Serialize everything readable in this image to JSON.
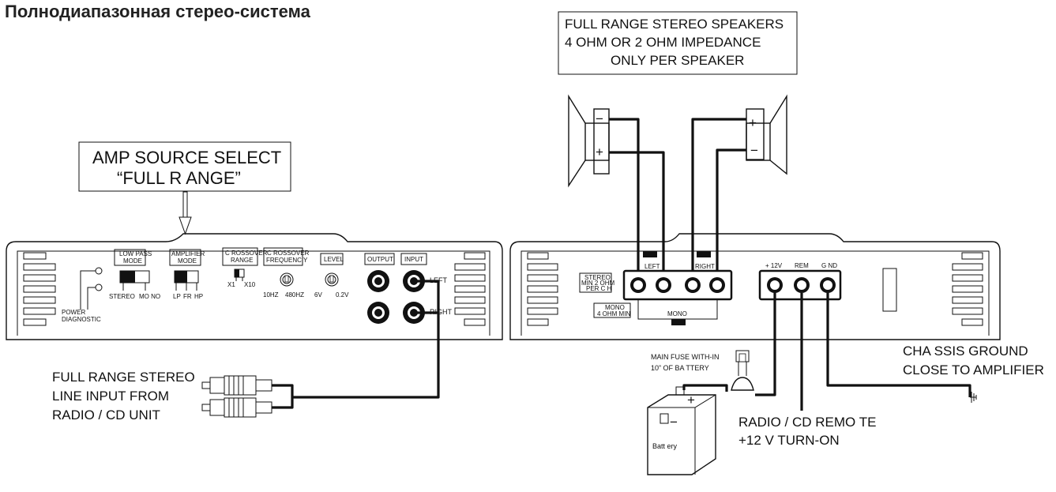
{
  "title": "Полнодиапазонная стерео-система",
  "speakers_box": {
    "line1": "FULL RANGE STEREO SPEAKERS",
    "line2": "4 OHM OR 2 OHM IMPEDANCE",
    "line3": "ONLY PER SPEAKER"
  },
  "source_box": {
    "line1": "AMP SOURCE SELECT",
    "line2": "“FULL R ANGE”"
  },
  "amp_front": {
    "power_diag_1": "POWER",
    "power_diag_2": "DIAGNOSTIC",
    "low_pass_1": "LOW PASS",
    "low_pass_2": "MODE",
    "low_pass_stereo": "STEREO",
    "low_pass_mono": "MO NO",
    "amp_mode_1": "AMPLIFIER",
    "amp_mode_2": "MODE",
    "amp_mode_lp": "LP",
    "amp_mode_fr": "FR",
    "amp_mode_hp": "HP",
    "xover_range_1": "C ROSSOVER",
    "xover_range_2": "RANGE",
    "xover_x1": "X1",
    "xover_x10": "X10",
    "xover_freq_1": "C ROSSOVER",
    "xover_freq_2": "FREQUENC Y",
    "xover_freq_lo": "10HZ",
    "xover_freq_hi": "480HZ",
    "level": "LEVEL",
    "level_lo": "6V",
    "level_hi": "0.2V",
    "output": "OUTPUT",
    "input": "INPUT",
    "left": "LEFT",
    "right": "RIGHT"
  },
  "amp_rear": {
    "stereo_1": "STEREO",
    "stereo_2": "MIN 2 OHM",
    "stereo_3": "PER C H",
    "mono_1": "MONO",
    "mono_2": "4 OHM MIN",
    "mono_bridge": "MONO",
    "left": "LEFT",
    "right": "RIGHT",
    "plus12": "+ 12V",
    "rem": "REM",
    "gnd": "G ND"
  },
  "line_input": {
    "line1": "FULL RANGE STEREO",
    "line2": "LINE INPUT FROM",
    "line3": "RADIO / CD UNIT"
  },
  "fuse": {
    "line1": "MAIN FUSE WITH-IN",
    "line2": "10” OF BA TTERY"
  },
  "battery": "Batt ery",
  "remote": {
    "line1": "RADIO / CD REMO  TE",
    "line2": "+12 V TURN-ON"
  },
  "ground": {
    "line1": "CHA SSIS GROUND",
    "line2": "CLOSE TO AMPLIFIER"
  },
  "speaker_plus": "+",
  "speaker_minus": "−"
}
